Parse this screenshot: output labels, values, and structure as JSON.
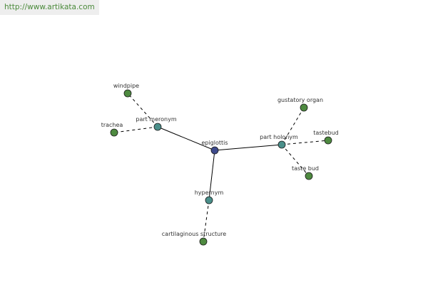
{
  "header": {
    "url": "http://www.artikata.com"
  },
  "graph": {
    "colors": {
      "center": "#3e4a8c",
      "relation": "#4a8f8a",
      "leaf": "#4e8a40",
      "edge": "#000000",
      "node_stroke": "#1a1a1a"
    },
    "nodes": [
      {
        "id": "epiglottis",
        "label": "epiglottis",
        "kind": "center"
      },
      {
        "id": "part-meronym",
        "label": "part meronym",
        "kind": "relation"
      },
      {
        "id": "part-holonym",
        "label": "part holonym",
        "kind": "relation"
      },
      {
        "id": "hypernym",
        "label": "hypernym",
        "kind": "relation"
      },
      {
        "id": "windpipe",
        "label": "windpipe",
        "kind": "leaf"
      },
      {
        "id": "trachea",
        "label": "trachea",
        "kind": "leaf"
      },
      {
        "id": "gustatory-organ",
        "label": "gustatory organ",
        "kind": "leaf"
      },
      {
        "id": "tastebud",
        "label": "tastebud",
        "kind": "leaf"
      },
      {
        "id": "taste-bud",
        "label": "taste bud",
        "kind": "leaf"
      },
      {
        "id": "cartilaginous-structure",
        "label": "cartilaginous structure",
        "kind": "leaf"
      }
    ],
    "edges": [
      {
        "from": "epiglottis",
        "to": "part-meronym",
        "style": "solid"
      },
      {
        "from": "epiglottis",
        "to": "part-holonym",
        "style": "solid"
      },
      {
        "from": "epiglottis",
        "to": "hypernym",
        "style": "solid"
      },
      {
        "from": "part-meronym",
        "to": "windpipe",
        "style": "dashed"
      },
      {
        "from": "part-meronym",
        "to": "trachea",
        "style": "dashed"
      },
      {
        "from": "part-holonym",
        "to": "gustatory-organ",
        "style": "dashed"
      },
      {
        "from": "part-holonym",
        "to": "tastebud",
        "style": "dashed"
      },
      {
        "from": "part-holonym",
        "to": "taste-bud",
        "style": "dashed"
      },
      {
        "from": "hypernym",
        "to": "cartilaginous-structure",
        "style": "dashed"
      }
    ]
  }
}
